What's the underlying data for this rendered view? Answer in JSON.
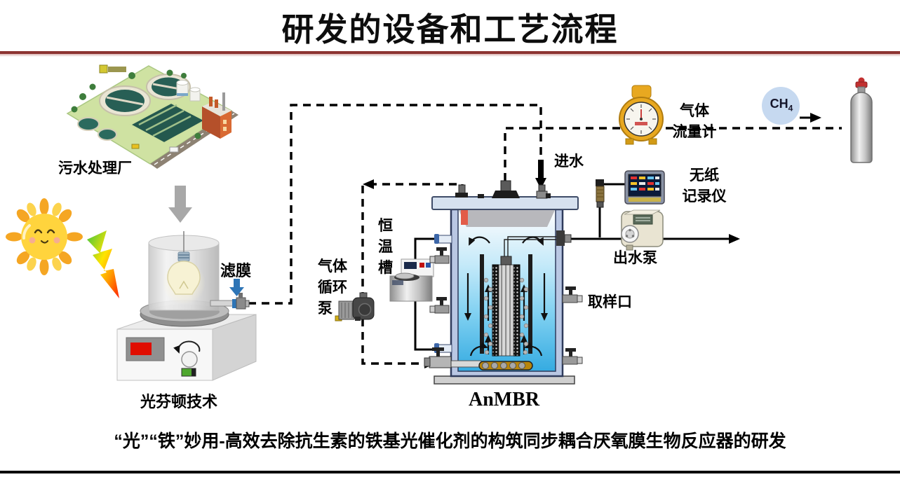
{
  "slide": {
    "title": "研发的设备和工艺流程",
    "caption": "“光”“铁”妙用-高效去除抗生素的铁基光催化剂的构筑同步耦合厌氧膜生物反应器的研发"
  },
  "labels": {
    "wastewater_plant": "污水处理厂",
    "photo_fenton": "光芬顿技术",
    "filter_membrane": "滤膜",
    "gas_circulation_pump_l1": "气体",
    "gas_circulation_pump_l2": "循环",
    "gas_circulation_pump_l3": "泵",
    "thermostat_bath_c1": "恒",
    "thermostat_bath_c2": "温",
    "thermostat_bath_c3": "槽",
    "influent": "进水",
    "gas_flow_meter_l1": "气体",
    "gas_flow_meter_l2": "流量计",
    "paperless_recorder_l1": "无纸",
    "paperless_recorder_l2": "记录仪",
    "effluent_pump": "出水泵",
    "sampling_port": "取样口",
    "reactor_name": "AnMBR",
    "methane_formula": "CH",
    "methane_subscript": "4"
  },
  "colors": {
    "title_rule": "#8c3331",
    "bottom_rule": "#0b0b0b",
    "reactor_wall": "#b9c7e3",
    "water_top": "#ffffff",
    "water_bottom": "#35abe1",
    "flow_meter_yellow": "#e8a820",
    "methane_bubble": "#c6d9f0",
    "lightning_green": "#3ec63e",
    "lightning_red": "#ff1e00",
    "led_display_red": "#e00d00"
  }
}
